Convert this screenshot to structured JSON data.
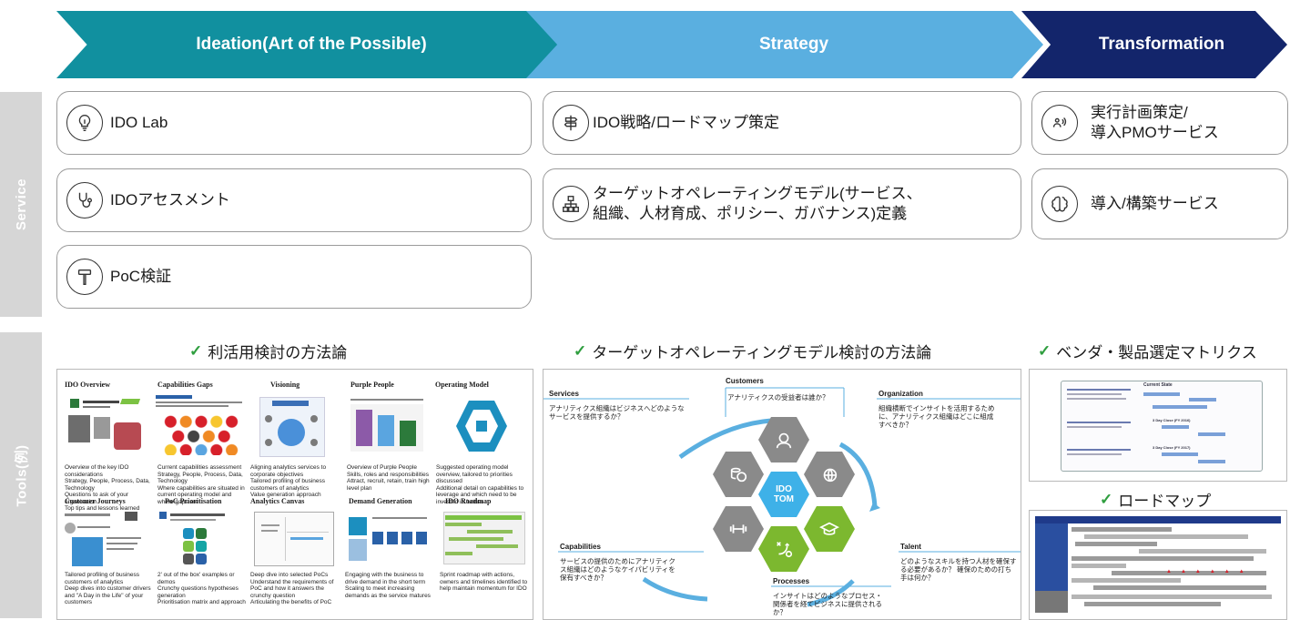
{
  "phases": [
    {
      "label": "Ideation(Art of the Possible)",
      "color": "#11909f"
    },
    {
      "label": "Strategy",
      "color": "#5aafe0"
    },
    {
      "label": "Transformation",
      "color": "#13256b"
    }
  ],
  "sections": {
    "service": "Service",
    "tools": "Tools(例)"
  },
  "services": {
    "ideation": [
      {
        "label": "IDO Lab",
        "icon": "lightbulb-icon"
      },
      {
        "label": "IDOアセスメント",
        "icon": "stethoscope-icon"
      },
      {
        "label": "PoC検証",
        "icon": "hammer-icon"
      }
    ],
    "strategy": [
      {
        "label": "IDO戦略/ロードマップ策定",
        "icon": "signpost-icon"
      },
      {
        "label1": "ターゲットオペレーティングモデル(サービス、",
        "label2": "組織、人材育成、ポリシー、ガバナンス)定義",
        "icon": "org-chart-icon"
      }
    ],
    "transformation": [
      {
        "label1": "実行計画策定/",
        "label2": "導入PMOサービス",
        "icon": "speaker-icon"
      },
      {
        "label": "導入/構築サービス",
        "icon": "brain-icon"
      }
    ]
  },
  "tools": {
    "methodology": {
      "heading": "利活用検討の方法論",
      "titles": [
        "IDO Overview",
        "Capabilities Gaps",
        "Visioning",
        "Purple People",
        "Operating Model",
        "Customer Journeys",
        "PoC Prioritisation",
        "Analytics Canvas",
        "Demand Generation",
        "IDO Roadmap"
      ],
      "notes": [
        "Overview of the key IDO considerations\nStrategy, People, Process, Data, Technology\nQuestions to ask of your organisation\nTop tips and lessons learned",
        "Current capabilities assessment\nStrategy, People, Process, Data, Technology\nWhere capabilities are situated in current operating model and where gaps are",
        "Aligning analytics services to corporate objectives\nTailored profiling of business customers of analytics\nValue generation approach",
        "Overview of Purple People\nSkills, roles and responsibilities\nAttract, recruit, retain, train high level plan",
        "Suggested operating model overview, tailored to priorities discussed\nAdditional detail on capabilities to leverage and which need to be invested in further",
        "Tailored profiling of business customers of analytics\nDeep dives into customer drivers and \"A Day in the Life\" of your customers",
        "2' out of the box' examples or demos\nCrunchy questions hypotheses generation\nPrioritisation matrix and approach",
        "Deep dive into selected PoCs\nUnderstand the requirements of PoC and how it answers the crunchy question\nArticulating the benefits of PoC",
        "Engaging with the business to drive demand in the short term\nScaling to meet increasing demands as the service matures",
        "Sprint roadmap with actions, owners and timelines identified to help maintain momentum for IDO"
      ]
    },
    "tom": {
      "heading": "ターゲットオペレーティングモデル検討の方法論",
      "center": "IDO TOM",
      "customers": {
        "title": "Customers",
        "text": "アナリティクスの受益者は誰か？"
      },
      "services": {
        "title": "Services",
        "text": "アナリティクス組織はビジネスへどのようなサービスを提供するか？"
      },
      "organization": {
        "title": "Organization",
        "text": "組織横断でインサイトを活用するために、アナリティクス組織はどこに組成すべきか？"
      },
      "capabilities": {
        "title": "Capabilities",
        "text": "サービスの提供のためにアナリティクス組織はどのようなケイパビリティを保有すべきか？"
      },
      "processes": {
        "title": "Processes",
        "text": "インサイトはどのようなプロセス・関係者を経てビジネスに提供されるか？"
      },
      "talent": {
        "title": "Talent",
        "text": "どのようなスキルを持つ人材を確保する必要があるか？ 確保のための打ち手は何か？"
      }
    },
    "vendor": {
      "heading": "ベンダ・製品選定マトリクス",
      "window_title": "Current State",
      "rows": [
        "3 Day Close (FY 2016)",
        "3 Day Close (FY 2017)"
      ]
    },
    "roadmap": {
      "heading": "ロードマップ"
    }
  }
}
